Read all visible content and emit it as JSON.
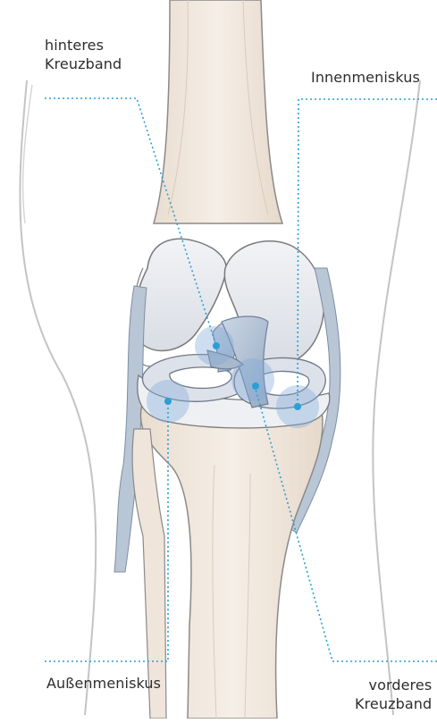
{
  "labels": {
    "hinteres_kreuzband": [
      "hinteres",
      "Kreuzband"
    ],
    "innenmeniskus": "Innenmeniskus",
    "aussenmeniskus": "Außenmeniskus",
    "vorderes_kreuzband": [
      "vorderes",
      "Kreuzband"
    ]
  },
  "colors": {
    "leader_line": "#2a9fd6",
    "marker": "#2a9fd6",
    "highlight": "#7fa9d8",
    "bone_fill": "#f3ebe3",
    "cartilage_fill": "#e8eaee",
    "ligament_fill": "#b9c8da",
    "outline": "#6e6e6e",
    "skin_outline": "#bdbdbd"
  },
  "icons": [
    "knee-joint-illustration"
  ]
}
